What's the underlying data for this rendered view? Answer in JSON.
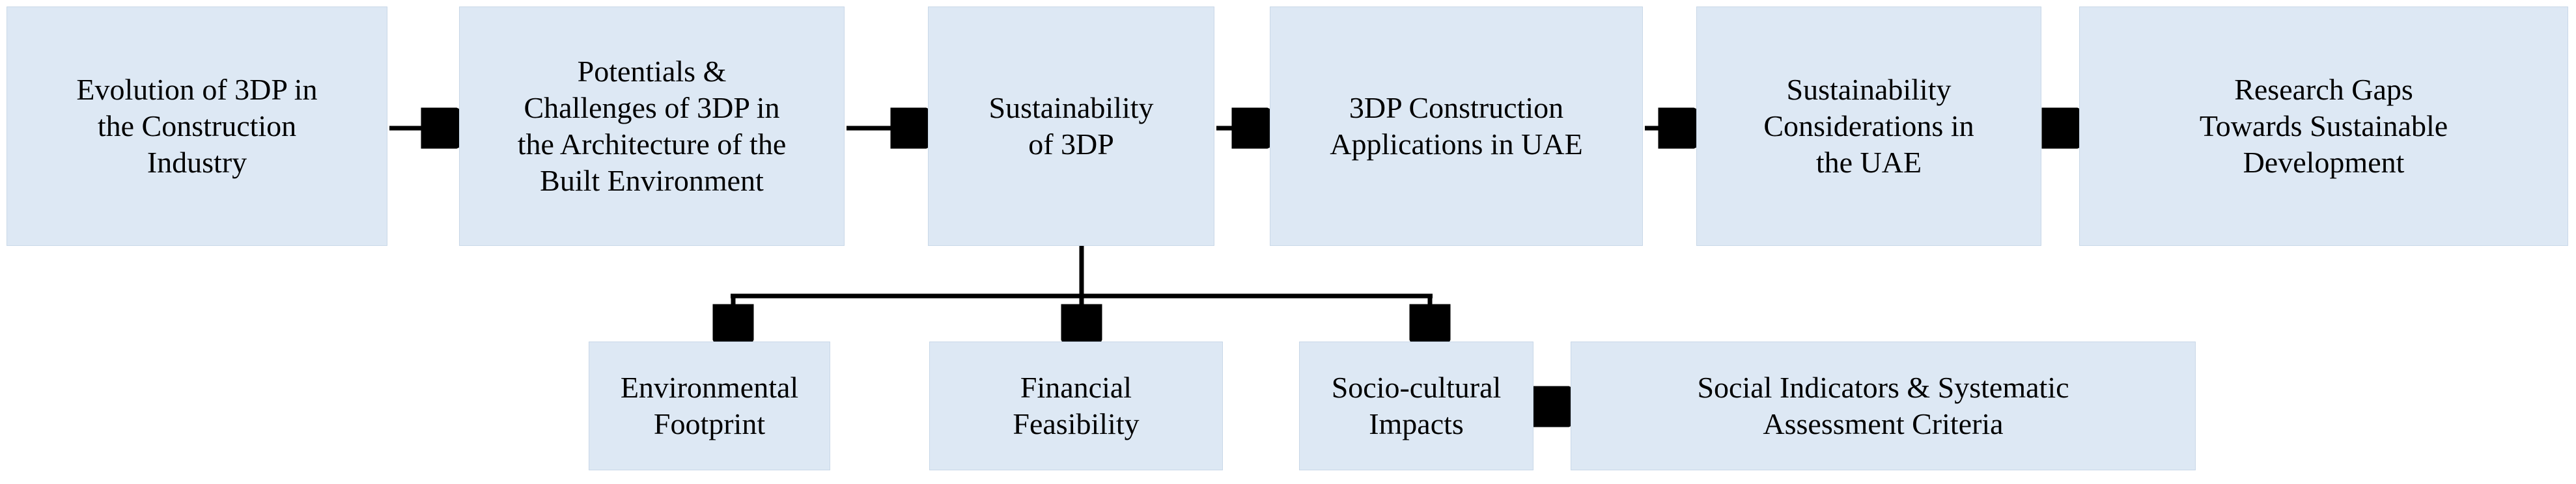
{
  "diagram": {
    "type": "flowchart",
    "orientation": "left-to-right with downward branch",
    "colors": {
      "node_fill": "#dde8f4",
      "node_border": "#c9d8e8",
      "connector": "#000000",
      "text": "#000000",
      "background": "#ffffff"
    },
    "top_row": [
      {
        "id": "n1",
        "label": "Evolution of 3DP in\nthe Construction\nIndustry"
      },
      {
        "id": "n2",
        "label": "Potentials &\nChallenges of 3DP in\nthe Architecture of the\nBuilt Environment"
      },
      {
        "id": "n3",
        "label": "Sustainability\nof 3DP"
      },
      {
        "id": "n4",
        "label": "3DP Construction\nApplications in UAE"
      },
      {
        "id": "n5",
        "label": "Sustainability\nConsiderations in\nthe UAE"
      },
      {
        "id": "n6",
        "label": "Research Gaps\nTowards Sustainable\nDevelopment"
      }
    ],
    "bottom_row": [
      {
        "id": "n7",
        "label": "Environmental\nFootprint"
      },
      {
        "id": "n8",
        "label": "Financial\nFeasibility"
      },
      {
        "id": "n9",
        "label": "Socio-cultural\nImpacts"
      },
      {
        "id": "n10",
        "label": "Social Indicators & Systematic\nAssessment Criteria"
      }
    ],
    "edges": [
      {
        "from": "n1",
        "to": "n2",
        "style": "arrow-right"
      },
      {
        "from": "n2",
        "to": "n3",
        "style": "arrow-right"
      },
      {
        "from": "n3",
        "to": "n4",
        "style": "arrow-right"
      },
      {
        "from": "n4",
        "to": "n5",
        "style": "arrow-right"
      },
      {
        "from": "n5",
        "to": "n6",
        "style": "arrow-right"
      },
      {
        "from": "n3",
        "to": "n7",
        "style": "elbow-down-arrow"
      },
      {
        "from": "n3",
        "to": "n8",
        "style": "elbow-down-arrow"
      },
      {
        "from": "n3",
        "to": "n9",
        "style": "elbow-down-arrow"
      },
      {
        "from": "n9",
        "to": "n10",
        "style": "arrow-right"
      }
    ]
  }
}
